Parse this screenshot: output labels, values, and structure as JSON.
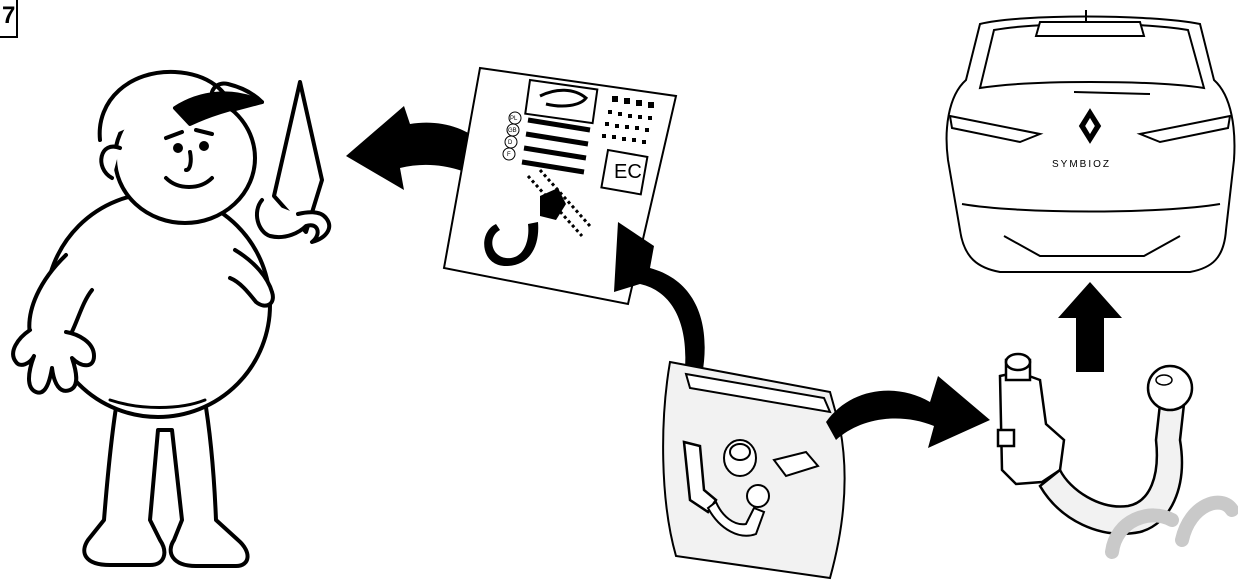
{
  "step_number": "7",
  "doc_labels": [
    "PL",
    "GB",
    "D",
    "F"
  ],
  "ec_mark": "EC",
  "car_badge": "SYMBIOZ",
  "colors": {
    "ink": "#000000",
    "paper": "#ffffff",
    "tint": "#f2f2f2",
    "watermark": "#c9c9c9"
  },
  "icons": [
    "left-arrow-icon",
    "up-arrow-icon",
    "curved-arrow-icon",
    "renault-logo-icon"
  ]
}
